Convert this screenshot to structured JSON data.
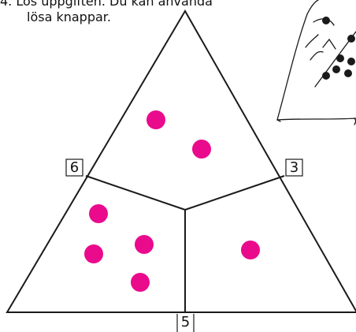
{
  "instruction": {
    "number": "4.",
    "line1": "Lös uppgiften. Du kan använda",
    "line2": "lösa knappar."
  },
  "puzzle": {
    "corner_numbers": {
      "left": "6",
      "right": "3",
      "bottom": "5"
    },
    "regions": {
      "top": {
        "dot_count": 2
      },
      "left": {
        "dot_count": 4
      },
      "right": {
        "dot_count": 1
      }
    },
    "colors": {
      "dot": "#ea0a8c",
      "line": "#1a1a1a"
    }
  },
  "illustration": {
    "icon": "drawn-triangle-with-buttons-icon"
  }
}
